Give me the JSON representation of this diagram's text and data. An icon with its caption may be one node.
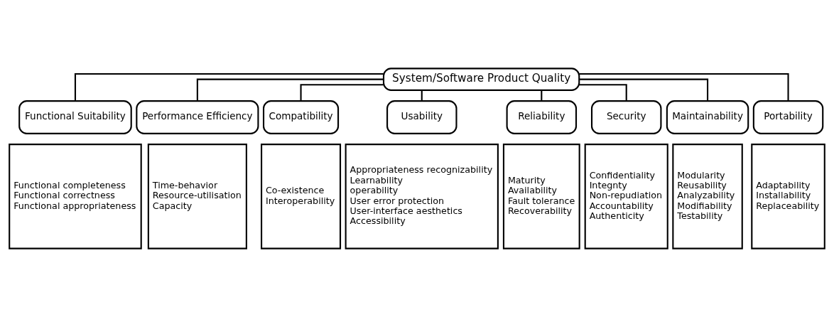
{
  "diagram": {
    "nodes": [
      {
        "text": [
          "System/Software Product Quality"
        ]
      },
      {
        "text": [
          "Functional Suitability"
        ]
      },
      {
        "text": [
          "Performance Efficiency"
        ]
      },
      {
        "text": [
          "Compatibility"
        ]
      },
      {
        "text": [
          "Usability"
        ]
      },
      {
        "text": [
          "Reliability"
        ]
      },
      {
        "text": [
          "Security"
        ]
      },
      {
        "text": [
          "Maintainability"
        ]
      },
      {
        "text": [
          "Portability"
        ]
      },
      {
        "text": [
          "Functional completeness",
          "Functional correctness",
          "Functional appropriateness"
        ]
      },
      {
        "text": [
          "Time-behavior",
          "Resource-utilisation",
          "Capacity"
        ]
      },
      {
        "text": [
          "Co-existence",
          "Interoperability"
        ]
      },
      {
        "text": [
          "Appropriateness recognizability",
          "Learnability",
          "operability",
          "User error protection",
          "User-interface aesthetics",
          "Accessibility"
        ]
      },
      {
        "text": [
          "Maturity",
          "Availability",
          "Fault tolerance",
          "Recoverability"
        ]
      },
      {
        "text": [
          "Confidentiality",
          "Integnty",
          "Non-repudiation",
          "Accountability",
          "Authenticity"
        ]
      },
      {
        "text": [
          "Modularity",
          "Reusability",
          "Analyzability",
          "Modifiability",
          "Testability"
        ]
      },
      {
        "text": [
          "Adaptability",
          "Installability",
          "Replaceability"
        ]
      }
    ],
    "edges": [
      {
        "from": 0,
        "to": 1,
        "arrow": "none"
      },
      {
        "from": 0,
        "to": 2,
        "arrow": "none"
      },
      {
        "from": 0,
        "to": 3,
        "arrow": "none"
      },
      {
        "from": 0,
        "to": 4,
        "arrow": "none"
      },
      {
        "from": 0,
        "to": 5,
        "arrow": "none"
      },
      {
        "from": 0,
        "to": 6,
        "arrow": "none"
      },
      {
        "from": 0,
        "to": 7,
        "arrow": "none"
      },
      {
        "from": 0,
        "to": 8,
        "arrow": "none"
      }
    ]
  }
}
